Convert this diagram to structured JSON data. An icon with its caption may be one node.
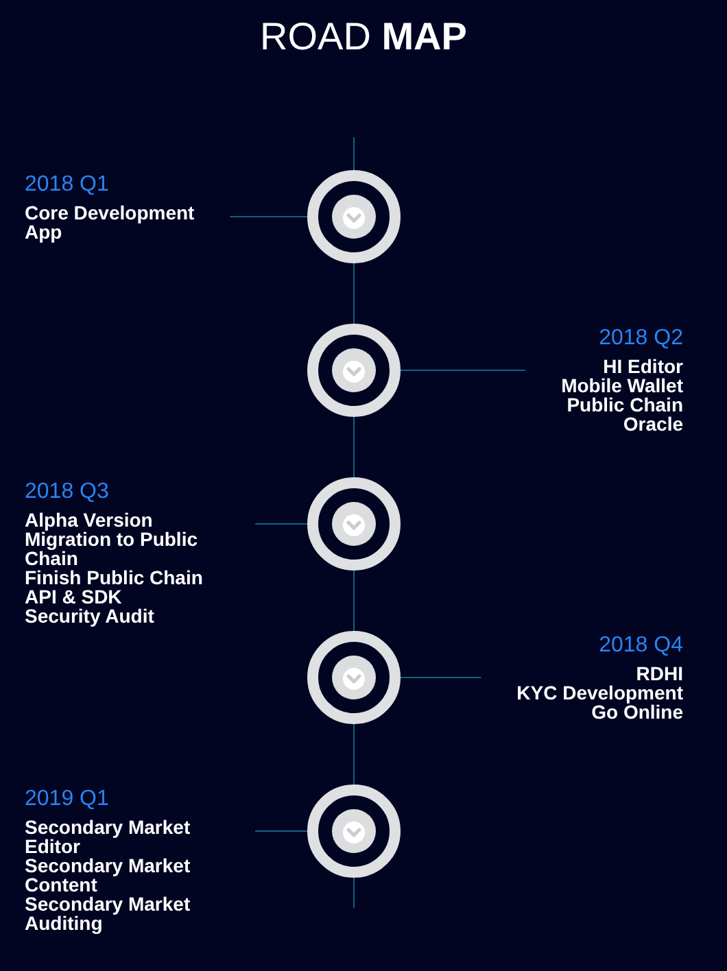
{
  "diagram": {
    "title": "ROAD **MAP**",
    "nodes": [
      {
        "text": [
          "2018 Q1",
          "Core Development",
          "App"
        ]
      },
      {
        "text": [],
        "shape": "circle"
      },
      {
        "text": [],
        "shape": "circle"
      },
      {
        "text": [
          "2018 Q2",
          "HI Editor",
          "Mobile Wallet",
          "Public Chain",
          "Oracle"
        ]
      },
      {
        "text": [
          "2018 Q3",
          "Alpha Version",
          "Migration to Public Chain",
          "Finish Public Chain",
          "API & SDK",
          "Security Audit"
        ]
      },
      {
        "text": [],
        "shape": "circle"
      },
      {
        "text": [],
        "shape": "circle"
      },
      {
        "text": [
          "2018 Q4",
          "RDHI",
          "KYC Development",
          "Go Online"
        ]
      },
      {
        "text": [
          "2019 Q1",
          "Secondary Market Editor",
          "Secondary Market Content",
          "Secondary Market Auditing"
        ]
      },
      {
        "text": [],
        "shape": "circle"
      }
    ],
    "edges": [
      {
        "from": null,
        "to": 1,
        "arrow": "none"
      },
      {
        "from": 0,
        "to": 1,
        "arrow": "none"
      },
      {
        "from": 1,
        "to": 2,
        "arrow": "none"
      },
      {
        "from": 3,
        "to": 2,
        "arrow": "none"
      },
      {
        "from": 2,
        "to": 5,
        "arrow": "none"
      },
      {
        "from": 4,
        "to": 5,
        "arrow": "none"
      },
      {
        "from": 5,
        "to": 6,
        "arrow": "none"
      },
      {
        "from": 7,
        "to": 6,
        "arrow": "none"
      },
      {
        "from": 6,
        "to": 9,
        "arrow": "none"
      },
      {
        "from": 8,
        "to": 9,
        "arrow": "none"
      },
      {
        "from": 9,
        "to": null,
        "arrow": "none"
      }
    ]
  }
}
